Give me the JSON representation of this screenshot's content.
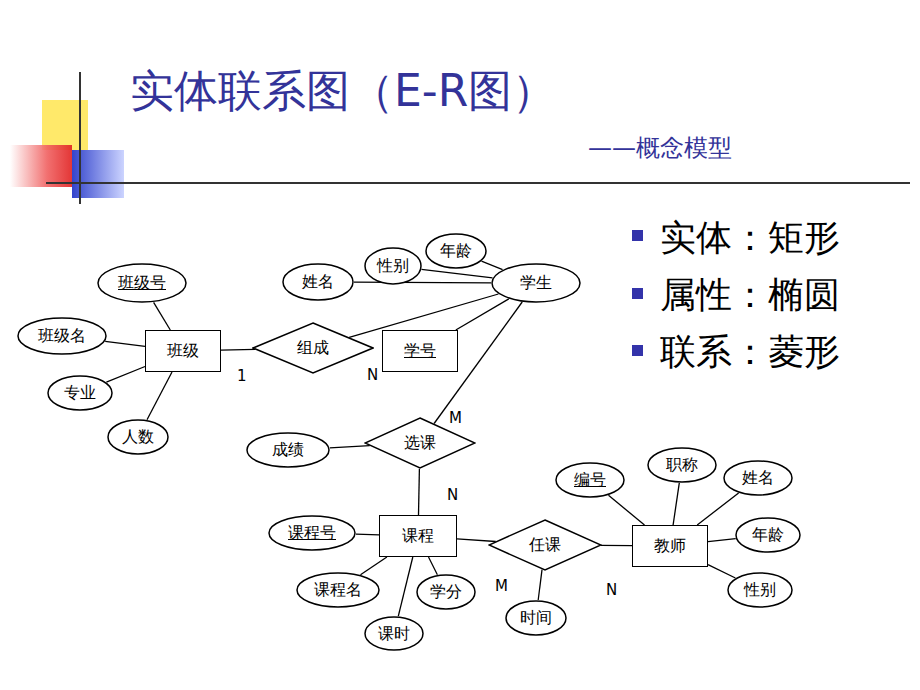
{
  "diagram": {
    "title": "实体联系图（E-R图）",
    "nodes": [
      {
        "text": [
          "班级号"
        ]
      },
      {
        "text": [
          "班级名"
        ]
      },
      {
        "text": [
          "专业"
        ]
      },
      {
        "text": [
          "人数"
        ]
      },
      {
        "text": [
          "班级"
        ]
      },
      {
        "text": [
          "组成"
        ]
      },
      {
        "text": [
          "学号"
        ]
      },
      {
        "text": [
          "姓名"
        ]
      },
      {
        "text": [
          "性别"
        ]
      },
      {
        "text": [
          "年龄"
        ]
      },
      {
        "text": [
          "学生"
        ]
      },
      {
        "text": [
          "成绩"
        ]
      },
      {
        "text": [
          "选课"
        ]
      },
      {
        "text": [
          "编号"
        ]
      },
      {
        "text": [
          "职称"
        ]
      },
      {
        "text": [
          "姓名"
        ]
      },
      {
        "text": [
          "年龄"
        ]
      },
      {
        "text": [
          "课程号"
        ]
      },
      {
        "text": [
          "课程"
        ]
      },
      {
        "text": [
          "任课"
        ]
      },
      {
        "text": [
          "教师"
        ]
      },
      {
        "text": [
          "性别"
        ]
      },
      {
        "text": [
          "课程名"
        ]
      },
      {
        "text": [
          "学分"
        ]
      },
      {
        "text": [
          "课时"
        ]
      },
      {
        "text": [
          "时间"
        ]
      }
    ],
    "edges": [
      {
        "from": 0,
        "to": 4,
        "arrow": "none"
      },
      {
        "from": 1,
        "to": 4,
        "arrow": "none"
      },
      {
        "from": 2,
        "to": 4,
        "arrow": "none"
      },
      {
        "from": 3,
        "to": 4,
        "arrow": "none"
      },
      {
        "from": 4,
        "to": 5,
        "label": "1",
        "arrow": "none"
      },
      {
        "from": 5,
        "to": 10,
        "label": "N",
        "arrow": "none"
      },
      {
        "from": 6,
        "to": 10,
        "arrow": "none"
      },
      {
        "from": 7,
        "to": 10,
        "arrow": "none"
      },
      {
        "from": 8,
        "to": 10,
        "arrow": "none"
      },
      {
        "from": 9,
        "to": 10,
        "arrow": "none"
      },
      {
        "from": 10,
        "to": 12,
        "label": "M",
        "arrow": "none"
      },
      {
        "from": 11,
        "to": 12,
        "arrow": "none"
      },
      {
        "from": 12,
        "to": 18,
        "label": "N",
        "arrow": "none"
      },
      {
        "from": 13,
        "to": 20,
        "arrow": "none"
      },
      {
        "from": 14,
        "to": 20,
        "arrow": "none"
      },
      {
        "from": 15,
        "to": 20,
        "arrow": "none"
      },
      {
        "from": 16,
        "to": 20,
        "arrow": "none"
      },
      {
        "from": 21,
        "to": 20,
        "arrow": "none"
      },
      {
        "from": 17,
        "to": 18,
        "arrow": "none"
      },
      {
        "from": 22,
        "to": 18,
        "arrow": "none"
      },
      {
        "from": 23,
        "to": 18,
        "arrow": "none"
      },
      {
        "from": 24,
        "to": 18,
        "arrow": "none"
      },
      {
        "from": 18,
        "to": 19,
        "label": "M",
        "arrow": "none"
      },
      {
        "from": 19,
        "to": 20,
        "label": "N",
        "arrow": "none"
      },
      {
        "from": 25,
        "to": 19,
        "arrow": "none"
      }
    ],
    "labels": [
      "——概念模型",
      "实体：矩形",
      "属性：椭圆",
      "联系：菱形"
    ]
  }
}
